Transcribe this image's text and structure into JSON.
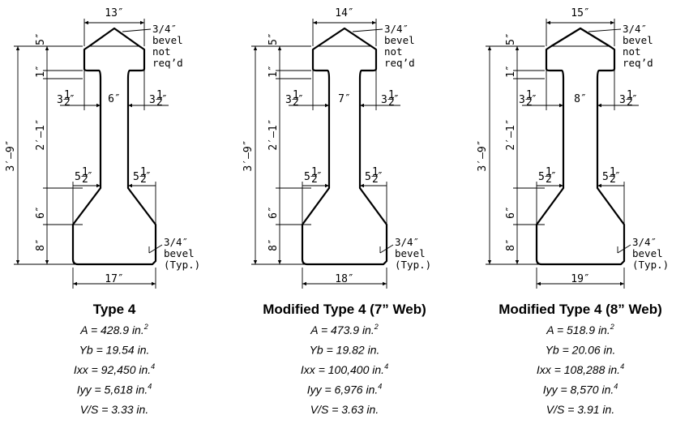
{
  "sections": [
    {
      "title": "Type 4",
      "top_width": "13″",
      "web_width": "6″",
      "bottom_width": "17″",
      "bevel_top_note": [
        "3/4″",
        "bevel",
        "not",
        "req’d"
      ],
      "bevel_bottom_note": [
        "3/4″",
        "bevel",
        "(Typ.)"
      ],
      "props": {
        "A": "A = 428.9 in.",
        "A_sup": "2",
        "Yb": "Yb = 19.54 in.",
        "Ixx": "Ixx = 92,450 in.",
        "Ixx_sup": "4",
        "Iyy": "Iyy = 5,618 in.",
        "Iyy_sup": "4",
        "VS": "V/S = 3.33 in."
      }
    },
    {
      "title": "Modified Type 4 (7” Web)",
      "top_width": "14″",
      "web_width": "7″",
      "bottom_width": "18″",
      "bevel_top_note": [
        "3/4″",
        "bevel",
        "not",
        "req’d"
      ],
      "bevel_bottom_note": [
        "3/4″",
        "bevel",
        "(Typ.)"
      ],
      "props": {
        "A": "A = 473.9 in.",
        "A_sup": "2",
        "Yb": "Yb = 19.82 in.",
        "Ixx": "Ixx = 100,400 in.",
        "Ixx_sup": "4",
        "Iyy": "Iyy = 6,976 in.",
        "Iyy_sup": "4",
        "VS": "V/S = 3.63 in."
      }
    },
    {
      "title": "Modified Type 4 (8” Web)",
      "top_width": "15″",
      "web_width": "8″",
      "bottom_width": "19″",
      "bevel_top_note": [
        "3/4″",
        "bevel",
        "not",
        "req’d"
      ],
      "bevel_bottom_note": [
        "3/4″",
        "bevel",
        "(Typ.)"
      ],
      "props": {
        "A": "A = 518.9 in.",
        "A_sup": "2",
        "Yb": "Yb = 20.06 in.",
        "Ixx": "Ixx = 108,288 in.",
        "Ixx_sup": "4",
        "Iyy": "Iyy = 8,570 in.",
        "Iyy_sup": "4",
        "VS": "V/S = 3.91 in."
      }
    }
  ],
  "common": {
    "total_height": "3′–9″",
    "top_flange": "5″",
    "top_fillet": "1″",
    "web_height": "2′–1″",
    "bottom_taper": "6″",
    "bottom_flange": "8″",
    "top_overhang_whole": "3",
    "bottom_overhang_whole": "5",
    "frac_num": "1",
    "frac_den": "2",
    "inch": "″"
  }
}
